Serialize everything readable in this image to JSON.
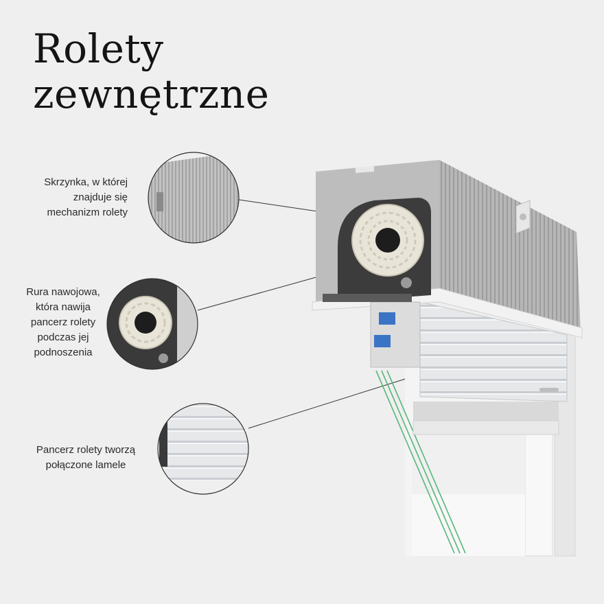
{
  "title": {
    "line1": "Rolety",
    "line2": "zewnętrzne"
  },
  "callouts": [
    {
      "id": "box",
      "text": "Skrzynka, w której\nznajduje się\nmechanizm rolety"
    },
    {
      "id": "tube",
      "text": "Rura nawojowa,\nktóra nawija\npancerz rolety\npodczas jej\npodnoszenia"
    },
    {
      "id": "slats",
      "text": "Pancerz rolety tworzą\npołączone lamele"
    }
  ],
  "colors": {
    "background": "#efefef",
    "box": "#b9b9b9",
    "slat": "#e4e6e8",
    "frame": "#f7f7f7",
    "glass_edge": "#58b67a",
    "leader": "#333333"
  }
}
